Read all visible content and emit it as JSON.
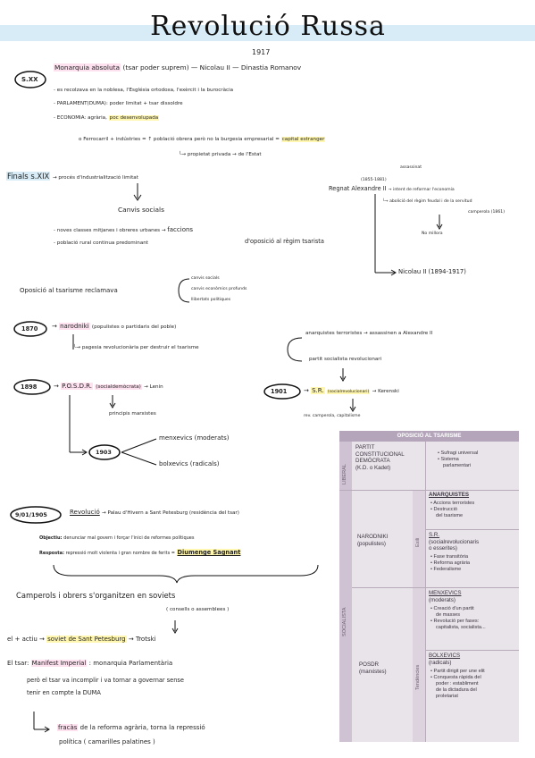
{
  "title": "Revolució Russa",
  "year": "1917",
  "colors": {
    "pink": "#fde1ef",
    "yellow": "#fff6b0",
    "green": "#e3f3d6",
    "blue": "#d8ecf7",
    "table_header": "#b4a5bb"
  },
  "s_xx": {
    "badge": "S.XX",
    "monarquia_label": "Monarquia absoluta",
    "monarquia_rest": "(tsar poder suprem) — Nicolau II — Dinastia Romanov",
    "line1": "- es recolzava en la noblesa, l'Església ortodoxa, l'exèrcit i la burocràcia",
    "line2_label": "- PARLAMENT(DUMA):",
    "line2_rest": "poder limitat + tsar dissoldre",
    "line3_label": "- ECONOMIA:",
    "line3_mid": "agrària,",
    "line3_hl": "poc desenvolupada",
    "line4_a": "o Ferrocarril + indústries = ↑ població obrera però no la burgesia empresarial =",
    "line4_hl": "capital estranger",
    "line5": "└→ propietat privada → de l'Estat"
  },
  "finals": {
    "label": "Finals s.XIX",
    "arrow_text": "→ procés d'industrialització limitat",
    "canvis": "Canvis socials",
    "item1_a": "- noves classes mitjanes i obreres urbanes →",
    "item1_b": "faccions",
    "item2_a": "- població rural continua predominant",
    "item2_b": "d'oposició al règim tsarista"
  },
  "regnat": {
    "dates": "(1855-1881)",
    "assassinat": "assassinat",
    "label": "Regnat Alexandre II",
    "rest": "→ intent de reformar l'economia",
    "abolicio": "└→ abolició del règim feudal i de la servitud",
    "camperola": "camperola (1861)",
    "no_millora": "No millora",
    "nicolau": "Nicolau II (1894-1917)"
  },
  "oposicio": {
    "label": "Oposició al tsarisme reclamava",
    "items": [
      "canvis socials",
      "canvis econòmics profunds",
      "llibertats polítiques"
    ]
  },
  "n1870": {
    "year": "1870",
    "hl": "narodniki",
    "rest": "(populistes o partidaris del poble)",
    "sub": "└→ pagesia revolucionària per destruir el tsarisme",
    "anarq": "anarquistes terroristes → assassinen a Alexandre II",
    "partit": "partit socialista revolucionari"
  },
  "n1898": {
    "year": "1898",
    "hl": "P.O.S.D.R.",
    "hl2": "(socialdemòcrata)",
    "rest": "→ Lenin",
    "principis": "principis marxistes",
    "y1903": "1903",
    "menxevics": "menxevics (moderats)",
    "bolxevics": "bolxevics (radicals)"
  },
  "n1901": {
    "year": "1901",
    "hl": "S.R.",
    "hl2": "(socialrevolucionari)",
    "rest": "→ Kerenski",
    "sub": "rev. camperola, capitalisme"
  },
  "rev1905": {
    "date": "9/01/1905",
    "label": "Revolució",
    "rest": "→ Palau d'Hivern a Sant Petesburg (residència del tsar)",
    "objectiu_l": "Objectiu:",
    "objectiu": "denunciar mal govern i forçar l'inici de reformes polítiques",
    "resposta_l": "Resposta:",
    "resposta": "repressió molt violenta i gran nombre de ferits =",
    "diumenge": "Diumenge Sagnant",
    "camperols": "Camperols i obrers s'organitzen en soviets",
    "consells": "( consells o assemblees )",
    "soviet_a": "el + actiu →",
    "soviet_b": "soviet de Sant Petesburg",
    "soviet_c": "→ Trotski",
    "tsar_a": "El tsar:",
    "tsar_b": "Manifest Imperial",
    "tsar_c": ": monarquia Parlamentària",
    "pero1": "però el tsar va incomplir i va tornar a governar sense",
    "pero2": "tenir en compte la DUMA",
    "fracas_a": "fracàs",
    "fracas_b": "de la reforma agrària, torna la repressió",
    "fracas_c": "política ( camarilles palatines )"
  },
  "table": {
    "header": "OPOSICIÓ AL TSARISME",
    "liberal": "LIBERAL",
    "socialista": "SOCIALISTA",
    "exili": "Exili",
    "tendencies": "Tendències",
    "kd": [
      "PARTIT",
      "CONSTITUCIONAL",
      "DEMÒCRATA",
      "(K.D. o Kadet)"
    ],
    "kd_bullets": [
      "• Sufragi universal",
      "• Sistema",
      "parlamentari"
    ],
    "anarq_title": "ANARQUISTES",
    "anarq_bullets": [
      "• Accions terroristes",
      "• Destrucció",
      "del tsarisme"
    ],
    "narodniki": [
      "NARODNIKI",
      "(populistes)"
    ],
    "sr_title": [
      "S.R.",
      "(socialrevolucionaris",
      "o esserites)"
    ],
    "sr_bullets": [
      "• Fase transitòria",
      "• Reforma agrària",
      "• Federalisme"
    ],
    "menx_title": [
      "MENXEVICS",
      "(moderats)"
    ],
    "menx_bullets": [
      "• Creació d'un partit",
      "de masses",
      "• Revolució per fases:",
      "capitalista, socialista..."
    ],
    "posdr": [
      "POSDR",
      "(marxistes)"
    ],
    "bolx_title": [
      "BOLXEVICS",
      "(radicals)"
    ],
    "bolx_bullets": [
      "• Partit dirigit per une elit",
      "• Conquesta ràpida del",
      "poder : establiment",
      "de la dictadura del",
      "proletariat"
    ]
  }
}
